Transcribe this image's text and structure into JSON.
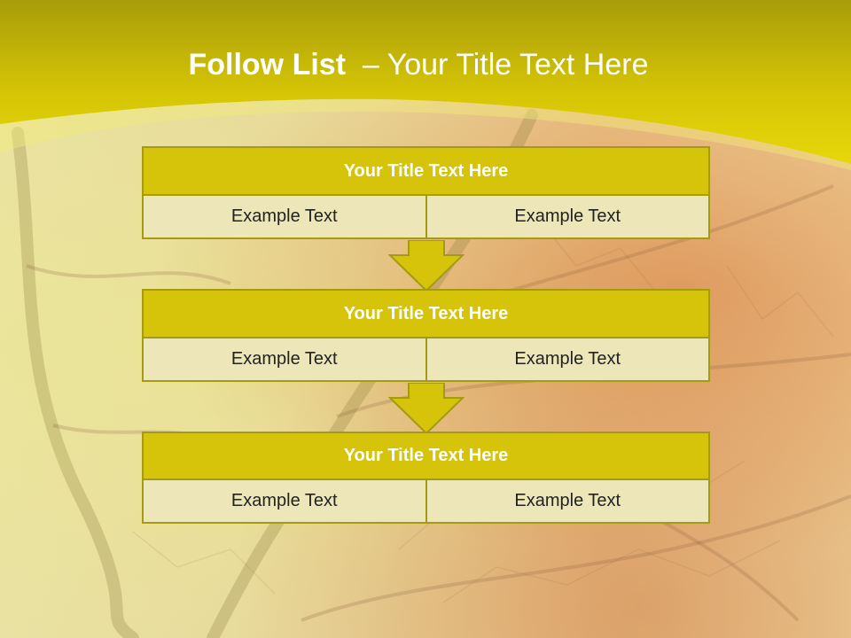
{
  "slide": {
    "title_bold": "Follow List",
    "title_rest": "  – Your Title Text Here"
  },
  "blocks": [
    {
      "title": "Your Title Text Here",
      "left": "Example Text",
      "right": "Example Text"
    },
    {
      "title": "Your Title Text Here",
      "left": "Example Text",
      "right": "Example Text"
    },
    {
      "title": "Your Title Text Here",
      "left": "Example Text",
      "right": "Example Text"
    }
  ],
  "colors": {
    "header": "#d8c80a",
    "box_title": "#d5c40a",
    "box_cell": "#ede6b8",
    "border": "#a59a12"
  }
}
